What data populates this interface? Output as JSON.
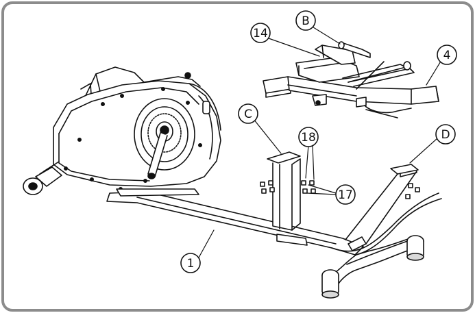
{
  "diagram": {
    "callouts": [
      {
        "id": "14",
        "label": "14"
      },
      {
        "id": "B",
        "label": "B"
      },
      {
        "id": "4",
        "label": "4"
      },
      {
        "id": "C",
        "label": "C"
      },
      {
        "id": "18",
        "label": "18"
      },
      {
        "id": "17",
        "label": "17"
      },
      {
        "id": "D",
        "label": "D"
      },
      {
        "id": "1",
        "label": "1"
      }
    ],
    "colors": {
      "frame_border": "#8c8c8c",
      "line": "#111111",
      "fill": "#ffffff",
      "shade": "#d9d9d9"
    }
  }
}
